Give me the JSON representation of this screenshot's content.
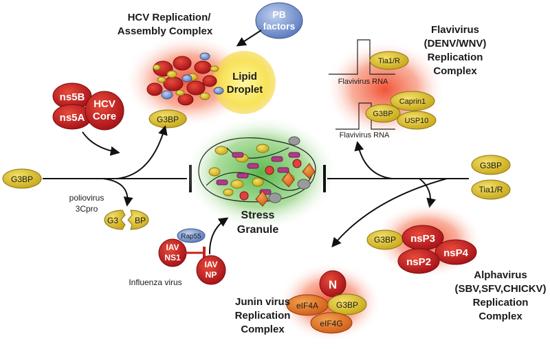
{
  "titles": {
    "hcv_line1": "HCV Replication/",
    "hcv_line2": "Assembly Complex",
    "flavi_line1": "Flavivirus",
    "flavi_line2": "(DENV/WNV)",
    "flavi_line3": "Replication",
    "flavi_line4": "Complex",
    "stress_line1": "Stress",
    "stress_line2": "Granule",
    "junin_line1": "Junin virus",
    "junin_line2": "Replication",
    "junin_line3": "Complex",
    "alpha_line1": "Alphavirus",
    "alpha_line2": "(SBV,SFV,CHICKV)",
    "alpha_line3": "Replication",
    "alpha_line4": "Complex"
  },
  "pb_factors": {
    "line1": "PB",
    "line2": "factors"
  },
  "lipid_droplet": {
    "line1": "Lipid",
    "line2": "Droplet"
  },
  "hcv": {
    "ns5b": "ns5B",
    "ns5a": "ns5A",
    "core_line1": "HCV",
    "core_line2": "Core",
    "g3bp": "G3BP"
  },
  "flavi": {
    "tia1r": "Tia1/R",
    "rna1": "Flavivirus RNA",
    "g3bp": "G3BP",
    "caprin1": "Caprin1",
    "usp10": "USP10",
    "rna2": "Flavivirus RNA"
  },
  "left": {
    "g3bp": "G3BP",
    "polio_line1": "poliovirus",
    "polio_line2": "3Cpro",
    "g3_half": "G3",
    "bp_half": "BP"
  },
  "influenza": {
    "rap55": "Rap55",
    "ns1_line1": "IAV",
    "ns1_line2": "NS1",
    "np_line1": "IAV",
    "np_line2": "NP",
    "label": "Influenza virus"
  },
  "right": {
    "g3bp": "G3BP",
    "tia1r": "Tia1/R"
  },
  "alpha": {
    "g3bp": "G3BP",
    "nsp3": "nsP3",
    "nsp4": "nsP4",
    "nsp2": "nsP2"
  },
  "junin": {
    "n": "N",
    "eif4a": "eIF4A",
    "g3bp": "G3BP",
    "eif4g": "eIF4G"
  },
  "colors": {
    "virus_red": "#c8201e",
    "g3bp_yellow": "#d8bf28",
    "pb_blue": "#7d97cc",
    "stress_green": "#6cc25e",
    "eif_orange": "#e4782a"
  }
}
